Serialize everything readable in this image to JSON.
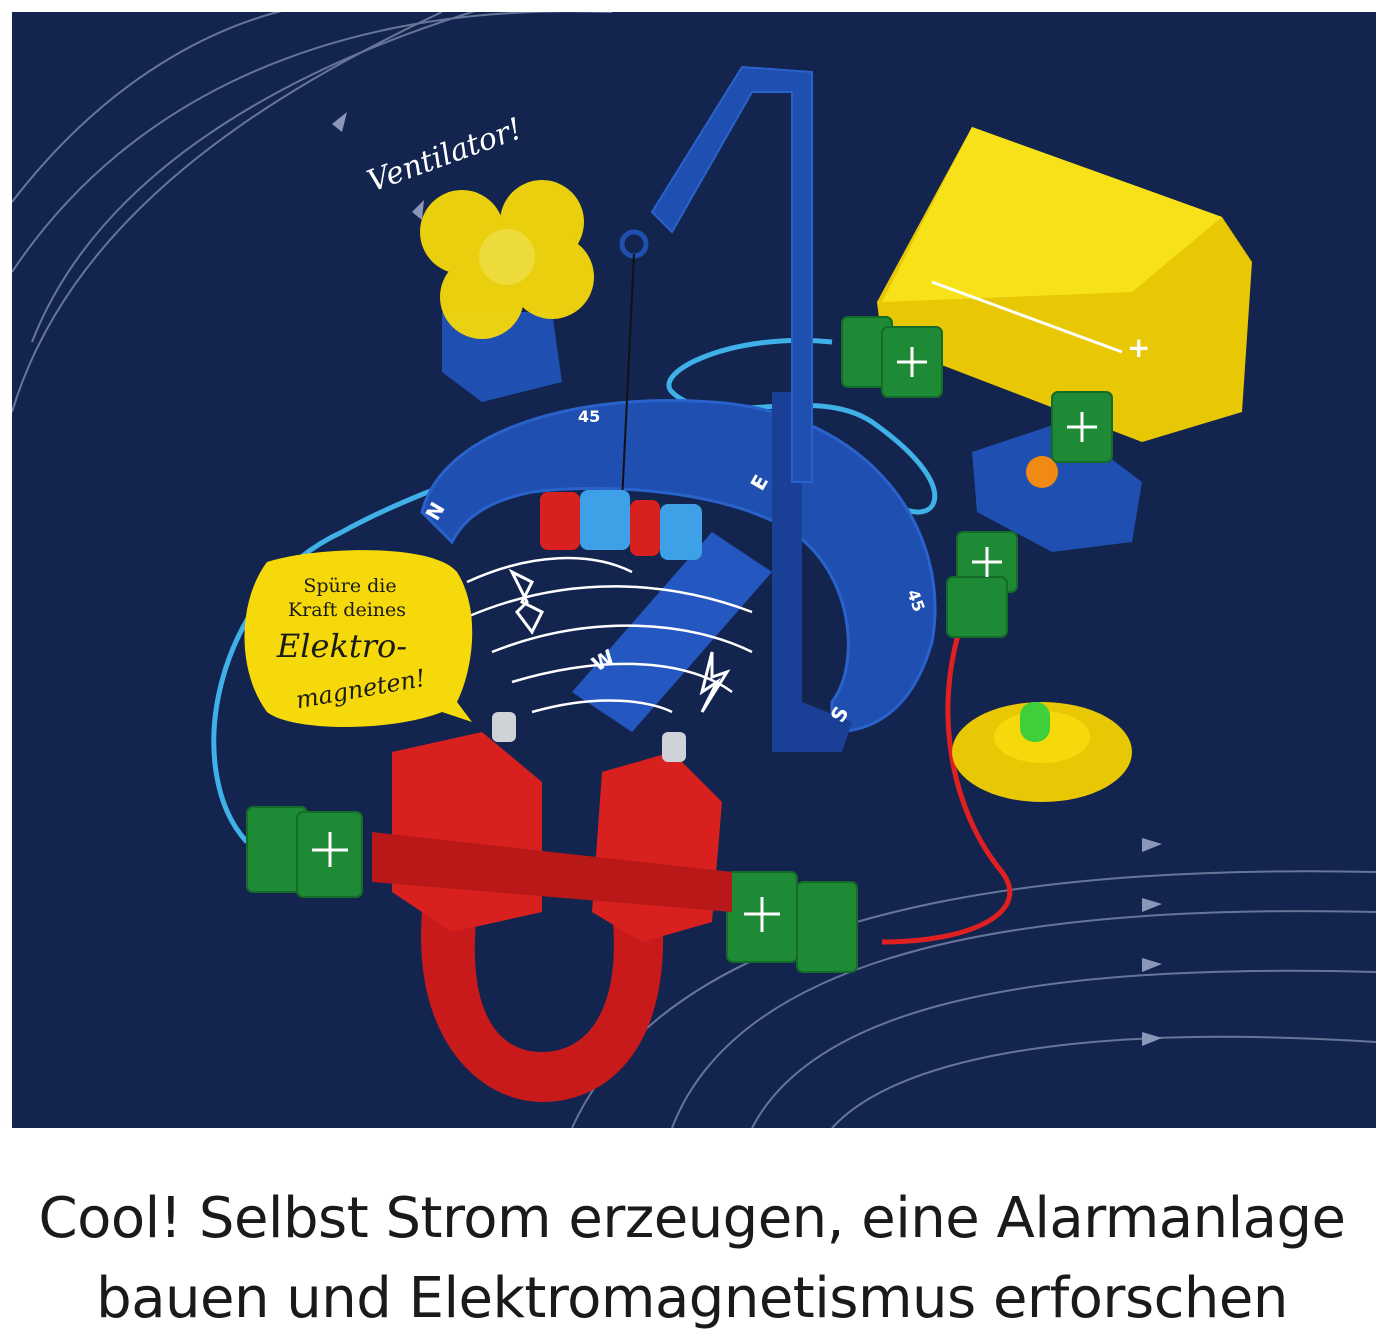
{
  "illustration": {
    "fan_label": "Ventilator!",
    "bubble": {
      "line1": "Spüre die",
      "line2": "Kraft deines",
      "line3": "Elektro-",
      "line4": "magneten!"
    },
    "compass": {
      "n": "N",
      "e": "E",
      "s": "S",
      "w": "W",
      "tick_45_top": "45",
      "tick_45_right": "45"
    },
    "battery_plus": "+",
    "colors": {
      "background": "#13254f",
      "blue_part": "#1f4fb0",
      "yellow_part": "#f5d90a",
      "red_part": "#d8201e",
      "green_connector": "#1e8a35",
      "wire_blue": "#3fb0e8",
      "wire_red": "#e02020"
    }
  },
  "caption": {
    "line1": "Cool! Selbst Strom erzeugen, eine Alarmanlage",
    "line2": "bauen und Elektromagnetismus erforschen"
  }
}
